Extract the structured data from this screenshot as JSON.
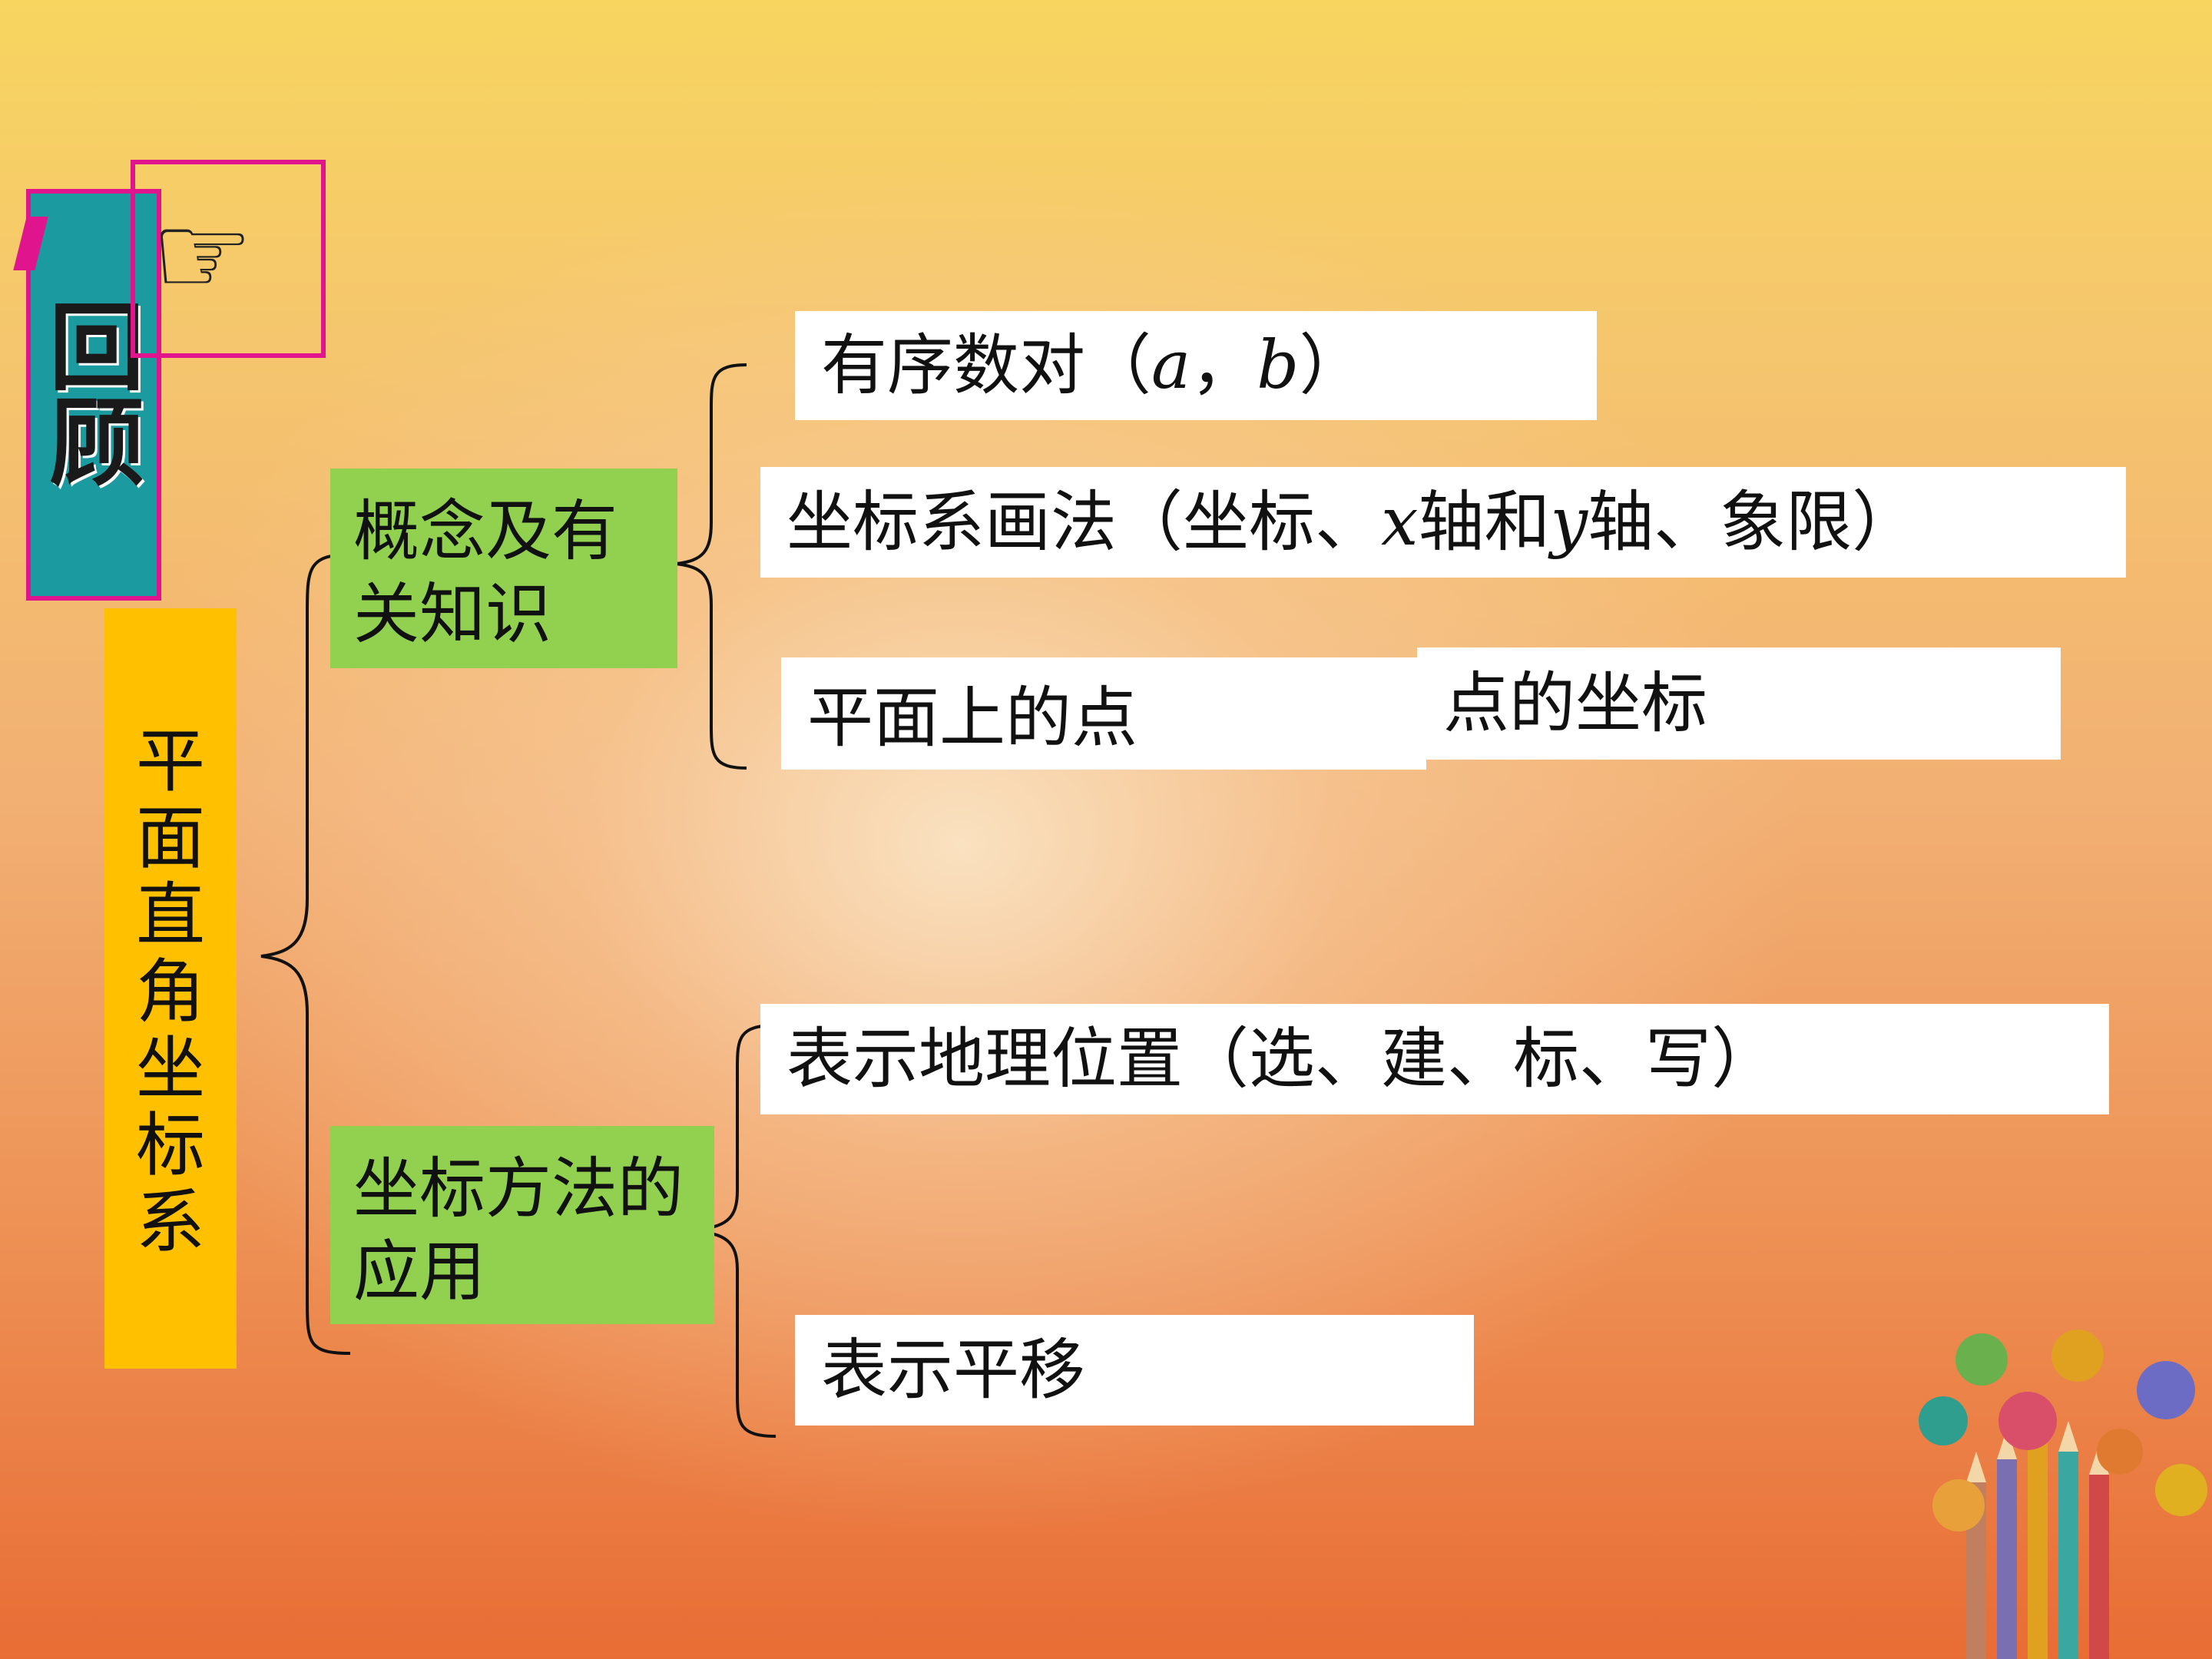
{
  "review_tab": {
    "label": "回顾"
  },
  "pointer_glyph": "☞",
  "main_topic": {
    "label": "平面直角坐标系"
  },
  "branches": [
    {
      "label": "概念及有关知识",
      "items": [
        {
          "prefix": "有序数对（",
          "var1": "a",
          "sep": "，",
          "var2": "b",
          "suffix": "）"
        },
        {
          "prefix": "坐标系画法（坐标、",
          "var1": "x",
          "mid": "轴和",
          "var2": "y",
          "suffix": "轴、象限）"
        },
        {
          "left": "平面上的点",
          "right": "点的坐标"
        }
      ]
    },
    {
      "label": "坐标方法的应用",
      "items": [
        {
          "text": "表示地理位置（选、建、标、写）"
        },
        {
          "text": "表示平移"
        }
      ]
    }
  ],
  "colors": {
    "branch_fill": "#92d050",
    "topic_fill": "#ffc000",
    "review_fill": "#1b9ba0",
    "frame": "#e0148c",
    "arrow_fill": "#cdeef0"
  }
}
